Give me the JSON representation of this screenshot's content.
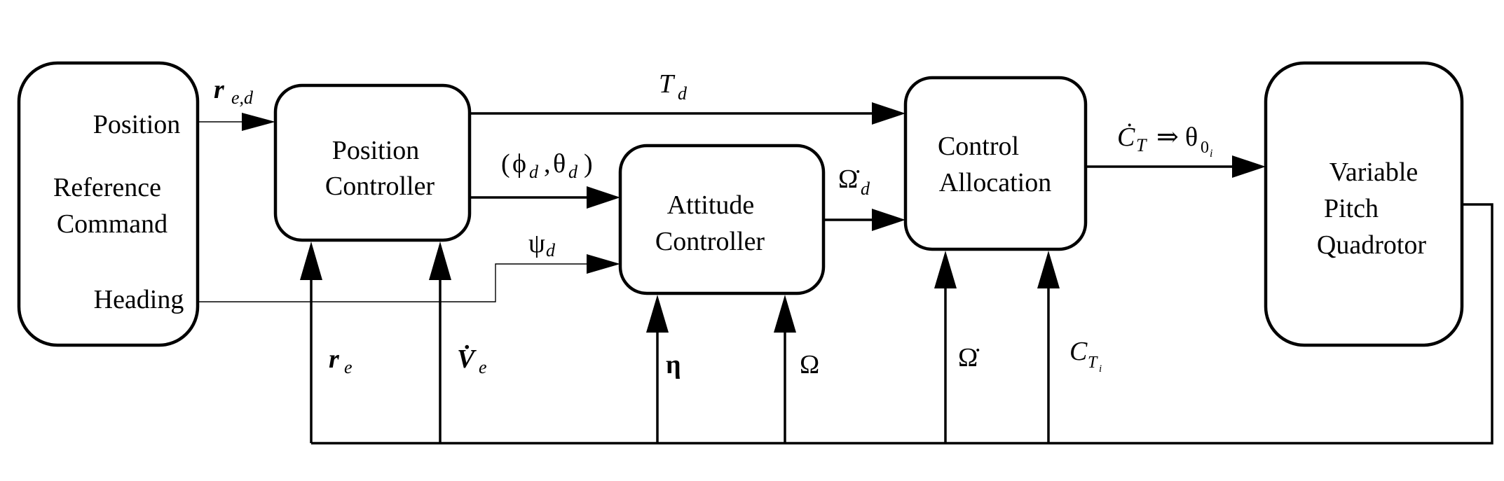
{
  "blocks": {
    "reference": {
      "line1": "Reference",
      "line2": "Command",
      "port_position": "Position",
      "port_heading": "Heading"
    },
    "position_controller": {
      "line1": "Position",
      "line2": "Controller"
    },
    "attitude_controller": {
      "line1": "Attitude",
      "line2": "Controller"
    },
    "control_allocation": {
      "line1": "Control",
      "line2": "Allocation"
    },
    "plant": {
      "line1": "Variable",
      "line2": "Pitch",
      "line3": "Quadrotor"
    }
  },
  "signals": {
    "r_ed": {
      "main": "r",
      "sub": "e,d"
    },
    "T_d": {
      "main": "T",
      "sub": "d"
    },
    "phi_theta_d": {
      "open": "(",
      "phi": "ϕ",
      "sub1": "d",
      "comma": ",",
      "theta": "θ",
      "sub2": "d",
      "close": ")"
    },
    "psi_d": {
      "main": "ψ",
      "sub": "d"
    },
    "omega_dot_d": {
      "main": "Ω̇",
      "sub": "d"
    },
    "ct_theta": {
      "main": "Ċ",
      "sub": "T",
      "arrow": "⇒",
      "theta": "θ",
      "sub0": "0",
      "subi": "i"
    },
    "r_e": {
      "main": "r",
      "sub": "e"
    },
    "v_dot_e": {
      "main": "V̇",
      "sub": "e"
    },
    "eta": {
      "main": "η"
    },
    "Omega": {
      "main": "Ω"
    },
    "Omega_dot": {
      "main": "Ω̇"
    },
    "C_Ti": {
      "main": "C",
      "sub": "T",
      "subsub": "i"
    }
  }
}
